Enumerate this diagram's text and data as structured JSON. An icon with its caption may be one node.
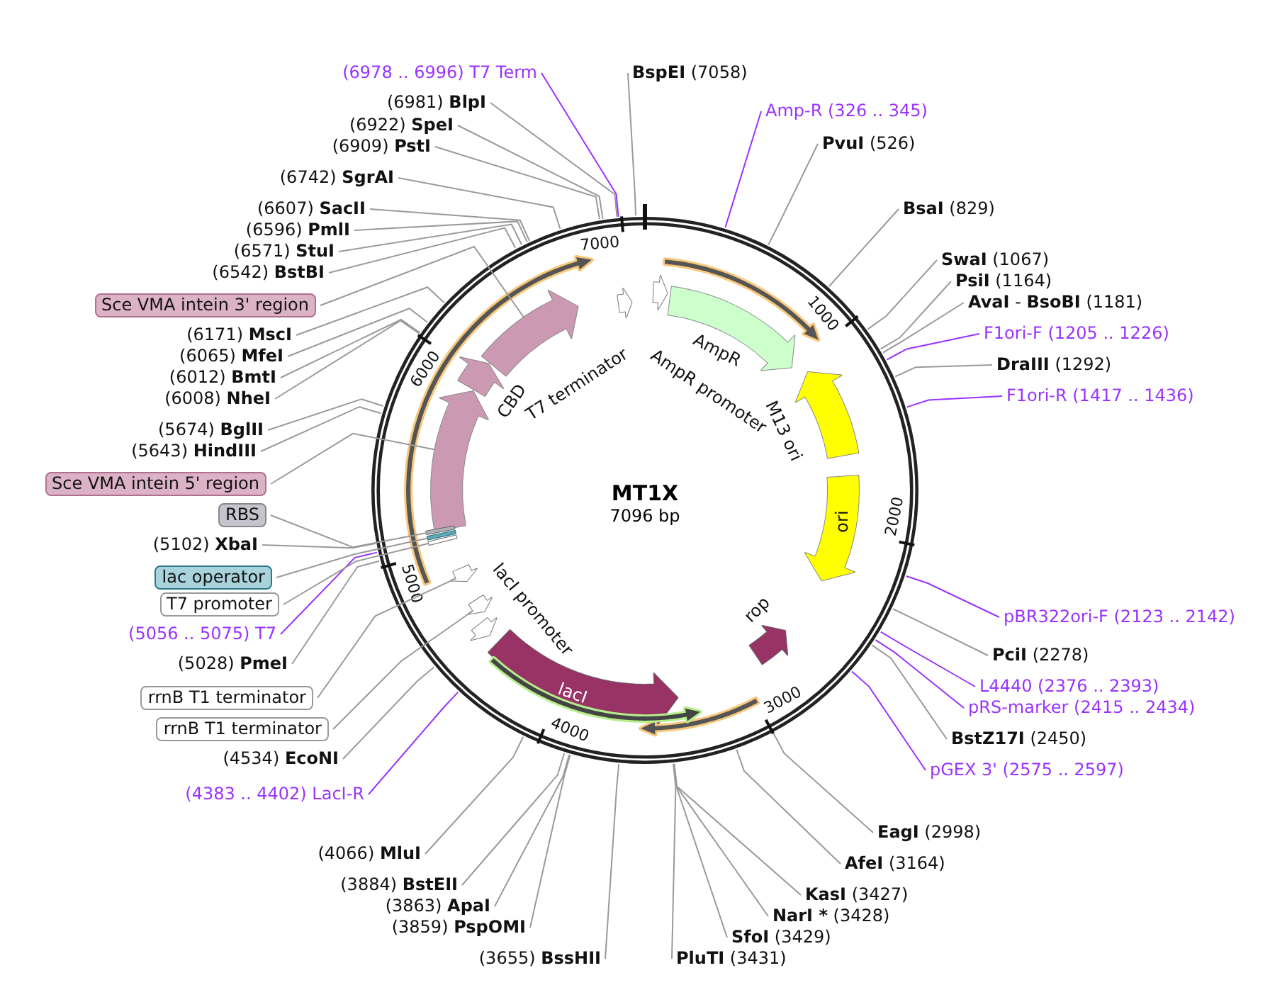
{
  "diagram": {
    "nodes": [
      {
        "text": [
          "MT1X",
          "7096 bp"
        ]
      },
      {
        "text": [
          "AmpR promoter"
        ],
        "in": 0
      },
      {
        "text": [
          "AmpR"
        ],
        "in": 0
      },
      {
        "text": [
          "M13 ori"
        ],
        "in": 0
      },
      {
        "text": [
          "ori"
        ],
        "in": 0
      },
      {
        "text": [
          "rop"
        ],
        "in": 0
      },
      {
        "text": [
          "lacI"
        ],
        "in": 0
      },
      {
        "text": [
          "lacI promoter"
        ],
        "in": 0
      },
      {
        "text": [
          "CBD"
        ],
        "in": 0
      },
      {
        "text": [
          "T7 terminator"
        ],
        "in": 0
      },
      {
        "text": [],
        "shape": "arrow",
        "in": 0
      },
      {
        "text": [],
        "shape": "arrow",
        "in": 0
      },
      {
        "text": [],
        "shape": "arrow",
        "in": 0
      },
      {
        "text": [],
        "shape": "arrow",
        "in": 0
      },
      {
        "text": [],
        "shape": "arrow",
        "in": 0
      },
      {
        "text": [],
        "shape": "arrow",
        "in": 0
      },
      {
        "text": [],
        "shape": "arrow",
        "in": 0
      },
      {
        "text": [],
        "shape": "arrow",
        "in": 0
      },
      {
        "text": [],
        "shape": "bar",
        "in": 0
      },
      {
        "text": [],
        "shape": "bar",
        "in": 0
      },
      {
        "text": [],
        "shape": "bar",
        "in": 0
      },
      {
        "text": [
          "**BspEI** (7058)"
        ]
      },
      {
        "text": [
          "Amp-R (326 .. 345)"
        ]
      },
      {
        "text": [
          "**PvuI** (526)"
        ]
      },
      {
        "text": [
          "**BsaI** (829)"
        ]
      },
      {
        "text": [
          "**SwaI** (1067)"
        ]
      },
      {
        "text": [
          "**PsiI** (1164)"
        ]
      },
      {
        "text": [
          "**AvaI** - **BsoBI** (1181)"
        ]
      },
      {
        "text": [
          "F1ori-F (1205 .. 1226)"
        ]
      },
      {
        "text": [
          "**DraIII** (1292)"
        ]
      },
      {
        "text": [
          "F1ori-R (1417 .. 1436)"
        ]
      },
      {
        "text": [
          "pBR322ori-F (2123 .. 2142)"
        ]
      },
      {
        "text": [
          "**PciI** (2278)"
        ]
      },
      {
        "text": [
          "L4440 (2376 .. 2393)"
        ]
      },
      {
        "text": [
          "pRS-marker (2415 .. 2434)"
        ]
      },
      {
        "text": [
          "**BstZ17I** (2450)"
        ]
      },
      {
        "text": [
          "pGEX 3' (2575 .. 2597)"
        ]
      },
      {
        "text": [
          "**EagI** (2998)"
        ]
      },
      {
        "text": [
          "**AfeI** (3164)"
        ]
      },
      {
        "text": [
          "**KasI** (3427)"
        ]
      },
      {
        "text": [
          "**NarI *** (3428)"
        ]
      },
      {
        "text": [
          "**SfoI** (3429)"
        ]
      },
      {
        "text": [
          "**PluTI** (3431)"
        ]
      },
      {
        "text": [
          "(3655) **BssHII**"
        ]
      },
      {
        "text": [
          "(3859) **PspOMI**"
        ]
      },
      {
        "text": [
          "(3863) **ApaI**"
        ]
      },
      {
        "text": [
          "(3884) **BstEII**"
        ]
      },
      {
        "text": [
          "(4066) **MluI**"
        ]
      },
      {
        "text": [
          "(4383 .. 4402) LacI-R"
        ]
      },
      {
        "text": [
          "(4534) **EcoNI**"
        ]
      },
      {
        "text": [
          "rrnB T1 terminator"
        ]
      },
      {
        "text": [
          "rrnB T1 terminator"
        ]
      },
      {
        "text": [
          "(5028) **PmeI**"
        ]
      },
      {
        "text": [
          "(5056 .. 5075) T7"
        ]
      },
      {
        "text": [
          "T7 promoter"
        ]
      },
      {
        "text": [
          "lac operator"
        ]
      },
      {
        "text": [
          "(5102) **XbaI**"
        ]
      },
      {
        "text": [
          "RBS"
        ]
      },
      {
        "text": [
          "Sce VMA intein 5' region"
        ]
      },
      {
        "text": [
          "(5643) **HindIII**"
        ]
      },
      {
        "text": [
          "(5674) **BglII**"
        ]
      },
      {
        "text": [
          "(6008) **NheI**"
        ]
      },
      {
        "text": [
          "(6012) **BmtI**"
        ]
      },
      {
        "text": [
          "(6065) **MfeI**"
        ]
      },
      {
        "text": [
          "(6171) **MscI**"
        ]
      },
      {
        "text": [
          "Sce VMA intein 3' region"
        ]
      },
      {
        "text": [
          "(6542) **BstBI**"
        ]
      },
      {
        "text": [
          "(6571) **StuI**"
        ]
      },
      {
        "text": [
          "(6596) **PmlI**"
        ]
      },
      {
        "text": [
          "(6607) **SacII**"
        ]
      },
      {
        "text": [
          "(6742) **SgrAI**"
        ]
      },
      {
        "text": [
          "(6909) **PstI**"
        ]
      },
      {
        "text": [
          "(6922) **SpeI**"
        ]
      },
      {
        "text": [
          "(6981) **BlpI**"
        ]
      },
      {
        "text": [
          "(6978 .. 6996) T7 Term"
        ]
      }
    ],
    "edges": [
      {
        "from": 21,
        "to": 0,
        "arrow": "none"
      },
      {
        "from": 22,
        "to": 0,
        "arrow": "none",
        "color": "#9933ff"
      },
      {
        "from": 23,
        "to": 0,
        "arrow": "none"
      },
      {
        "from": 24,
        "to": 0,
        "arrow": "none"
      },
      {
        "from": 25,
        "to": 0,
        "arrow": "none"
      },
      {
        "from": 26,
        "to": 0,
        "arrow": "none"
      },
      {
        "from": 27,
        "to": 0,
        "arrow": "none"
      },
      {
        "from": 28,
        "to": 0,
        "arrow": "none",
        "color": "#9933ff"
      },
      {
        "from": 29,
        "to": 0,
        "arrow": "none"
      },
      {
        "from": 30,
        "to": 0,
        "arrow": "none",
        "color": "#9933ff"
      },
      {
        "from": 31,
        "to": 0,
        "arrow": "none",
        "color": "#9933ff"
      },
      {
        "from": 32,
        "to": 0,
        "arrow": "none"
      },
      {
        "from": 33,
        "to": 0,
        "arrow": "none",
        "color": "#9933ff"
      },
      {
        "from": 34,
        "to": 0,
        "arrow": "none",
        "color": "#9933ff"
      },
      {
        "from": 35,
        "to": 0,
        "arrow": "none"
      },
      {
        "from": 36,
        "to": 0,
        "arrow": "none",
        "color": "#9933ff"
      },
      {
        "from": 37,
        "to": 0,
        "arrow": "none"
      },
      {
        "from": 38,
        "to": 0,
        "arrow": "none"
      },
      {
        "from": 39,
        "to": 0,
        "arrow": "none"
      },
      {
        "from": 40,
        "to": 0,
        "arrow": "none"
      },
      {
        "from": 41,
        "to": 0,
        "arrow": "none"
      },
      {
        "from": 42,
        "to": 0,
        "arrow": "none"
      },
      {
        "from": 43,
        "to": 0,
        "arrow": "none"
      },
      {
        "from": 44,
        "to": 0,
        "arrow": "none"
      },
      {
        "from": 45,
        "to": 0,
        "arrow": "none"
      },
      {
        "from": 46,
        "to": 0,
        "arrow": "none"
      },
      {
        "from": 47,
        "to": 0,
        "arrow": "none"
      },
      {
        "from": 48,
        "to": 0,
        "arrow": "none",
        "color": "#9933ff"
      },
      {
        "from": 49,
        "to": 0,
        "arrow": "none"
      },
      {
        "from": 50,
        "to": 16,
        "arrow": "none"
      },
      {
        "from": 51,
        "to": 17,
        "arrow": "none"
      },
      {
        "from": 52,
        "to": 0,
        "arrow": "none"
      },
      {
        "from": 53,
        "to": 0,
        "arrow": "none",
        "color": "#9933ff"
      },
      {
        "from": 54,
        "to": 18,
        "arrow": "none"
      },
      {
        "from": 55,
        "to": 19,
        "arrow": "none"
      },
      {
        "from": 56,
        "to": 0,
        "arrow": "none"
      },
      {
        "from": 57,
        "to": 20,
        "arrow": "none"
      },
      {
        "from": 58,
        "to": 14,
        "arrow": "none"
      },
      {
        "from": 59,
        "to": 0,
        "arrow": "none"
      },
      {
        "from": 60,
        "to": 0,
        "arrow": "none"
      },
      {
        "from": 61,
        "to": 0,
        "arrow": "none"
      },
      {
        "from": 62,
        "to": 0,
        "arrow": "none"
      },
      {
        "from": 63,
        "to": 0,
        "arrow": "none"
      },
      {
        "from": 64,
        "to": 0,
        "arrow": "none"
      },
      {
        "from": 65,
        "to": 15,
        "arrow": "none"
      },
      {
        "from": 66,
        "to": 0,
        "arrow": "none"
      },
      {
        "from": 67,
        "to": 0,
        "arrow": "none"
      },
      {
        "from": 68,
        "to": 0,
        "arrow": "none"
      },
      {
        "from": 69,
        "to": 0,
        "arrow": "none"
      },
      {
        "from": 70,
        "to": 0,
        "arrow": "none"
      },
      {
        "from": 71,
        "to": 0,
        "arrow": "none"
      },
      {
        "from": 72,
        "to": 0,
        "arrow": "none"
      },
      {
        "from": 73,
        "to": 0,
        "arrow": "none"
      },
      {
        "from": 74,
        "to": 0,
        "arrow": "none",
        "color": "#9933ff"
      }
    ],
    "labels": [
      "1000",
      "2000",
      "3000",
      "4000",
      "5000",
      "6000",
      "7000"
    ]
  }
}
